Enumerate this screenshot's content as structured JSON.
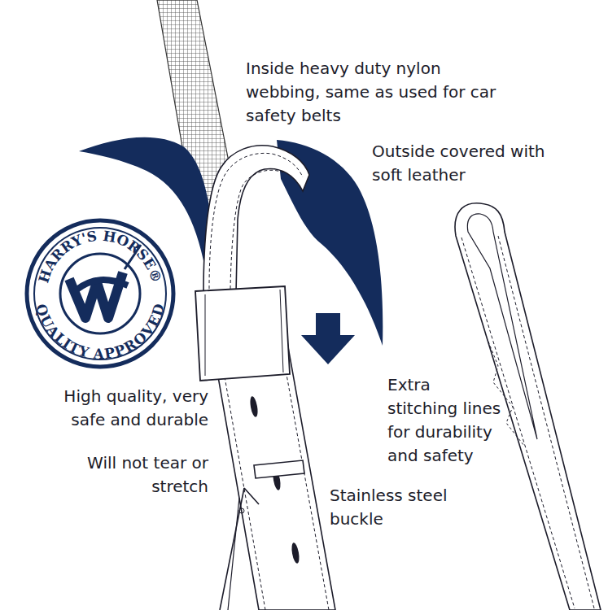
{
  "diagram": {
    "nodes": [
      {
        "text": [
          "HARRY'S HORSE®",
          "QUALITY APPROVED"
        ]
      }
    ],
    "labels": [
      "Inside heavy duty nylon webbing, same as used for car safety belts",
      "Outside covered with soft leather",
      "High quality, very safe and durable",
      "Will not tear or stretch",
      "Extra stitching lines for durability and safety",
      "Stainless steel buckle"
    ]
  }
}
